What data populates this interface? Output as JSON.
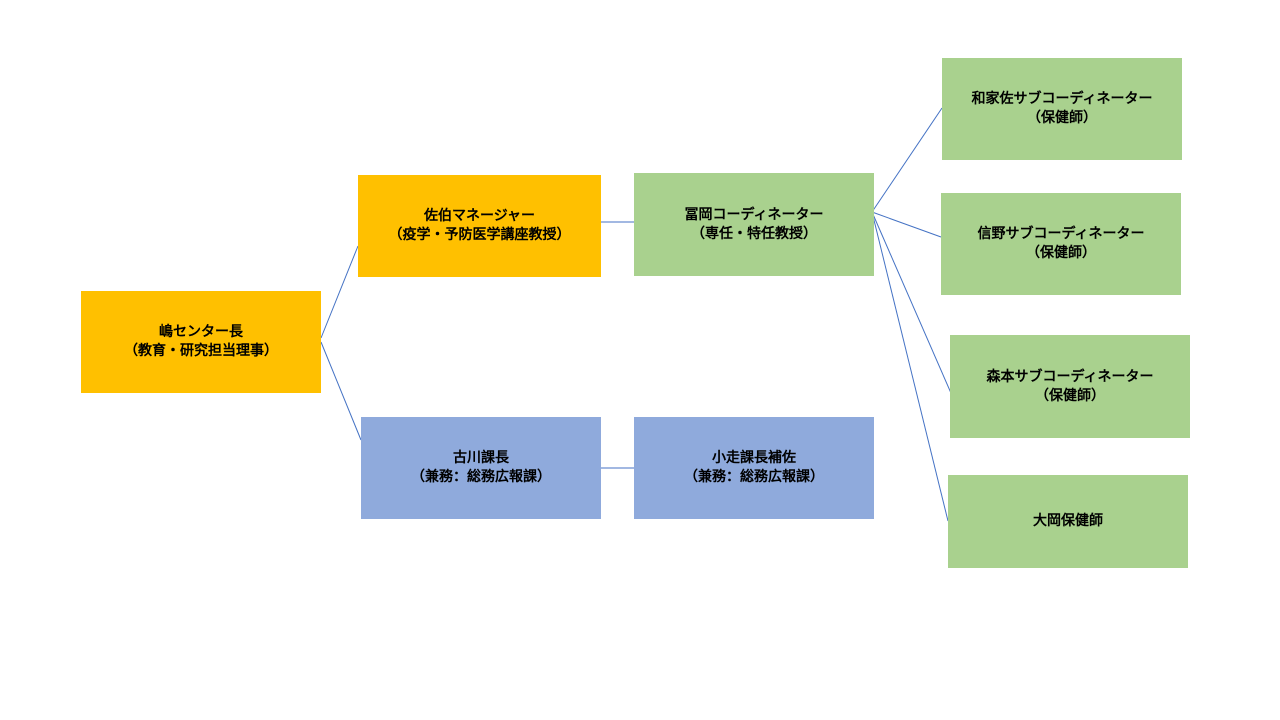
{
  "nodes": {
    "shima": {
      "line1": "嶋センター長",
      "line2": "（教育・研究担当理事）"
    },
    "saeki": {
      "line1": "佐伯マネージャー",
      "line2": "（疫学・予防医学講座教授）"
    },
    "furukawa": {
      "line1": "古川課長",
      "line2": "（兼務：総務広報課）"
    },
    "tomioka": {
      "line1": "冨岡コーディネーター",
      "line2": "（専任・特任教授）"
    },
    "kobashiri": {
      "line1": "小走課長補佐",
      "line2": "（兼務：総務広報課）"
    },
    "wakasa": {
      "line1": "和家佐サブコーディネーター",
      "line2": "（保健師）"
    },
    "nobuno": {
      "line1": "信野サブコーディネーター",
      "line2": "（保健師）"
    },
    "morimoto": {
      "line1": "森本サブコーディネーター",
      "line2": "（保健師）"
    },
    "ooka": {
      "line1": "大岡保健師"
    }
  },
  "colors": {
    "manager": "#ffc000",
    "coordinator": "#a9d18e",
    "admin": "#8faadc",
    "connector": "#4472c4"
  }
}
